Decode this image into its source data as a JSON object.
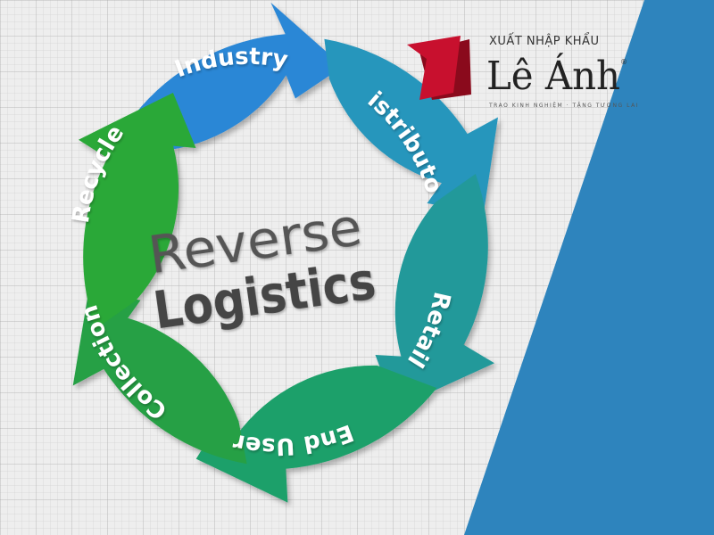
{
  "diagram": {
    "center": {
      "line1": "Reverse",
      "line2": "Logistics"
    },
    "steps": [
      {
        "label": "Industry",
        "color": "#2a87d6"
      },
      {
        "label": "Distributor",
        "color": "#2596bc"
      },
      {
        "label": "Retail",
        "color": "#22999a"
      },
      {
        "label": "End User",
        "color": "#1fa06b"
      },
      {
        "label": "Collection",
        "color": "#25a044"
      },
      {
        "label": "Recycle",
        "color": "#29a838"
      }
    ]
  },
  "logo": {
    "top_text": "XUẤT NHẬP KHẨU",
    "main_text": "Lê Ánh",
    "registered_mark": "®",
    "tagline": "TRAO KINH NGHIỆM · TẶNG TƯƠNG LAI",
    "colors": {
      "mark": "#c8102e",
      "mark_dark": "#8a0a1c"
    }
  },
  "decor": {
    "band_color": "#2e84bd"
  }
}
